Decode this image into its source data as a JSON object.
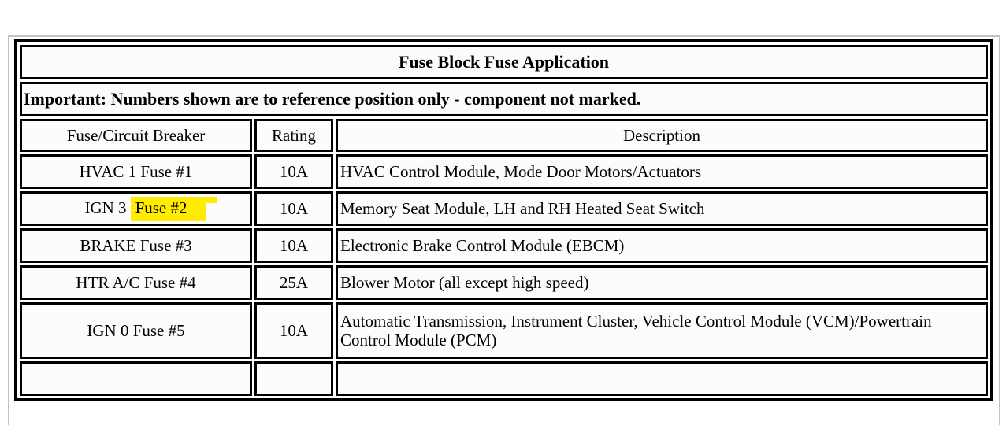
{
  "window": {
    "background": "#ffffff",
    "frame_border_color": "#c2c2c2"
  },
  "table": {
    "title": "Fuse Block Fuse Application",
    "notice": "Important: Numbers shown are to reference position only - component not marked.",
    "headers": {
      "fuse": "Fuse/Circuit Breaker",
      "rating": "Rating",
      "description": "Description"
    },
    "border_color": "#000000",
    "highlight_color": "#ffec00",
    "rows": [
      {
        "fuse": "HVAC 1 Fuse #1",
        "rating": "10A",
        "description": "HVAC Control Module, Mode Door Motors/Actuators"
      },
      {
        "fuse_prefix": "IGN 3",
        "fuse_highlighted": "Fuse #2",
        "rating": "10A",
        "description": "Memory Seat Module, LH and RH Heated Seat Switch"
      },
      {
        "fuse": "BRAKE Fuse #3",
        "rating": "10A",
        "description": "Electronic Brake Control Module (EBCM)"
      },
      {
        "fuse": "HTR A/C Fuse #4",
        "rating": "25A",
        "description": "Blower Motor (all except high speed)"
      },
      {
        "fuse": "IGN 0 Fuse #5",
        "rating": "10A",
        "description": "Automatic Transmission, Instrument Cluster, Vehicle Control Module (VCM)/Powertrain Control Module (PCM)"
      },
      {
        "fuse": "",
        "rating": "",
        "description": ""
      }
    ]
  }
}
